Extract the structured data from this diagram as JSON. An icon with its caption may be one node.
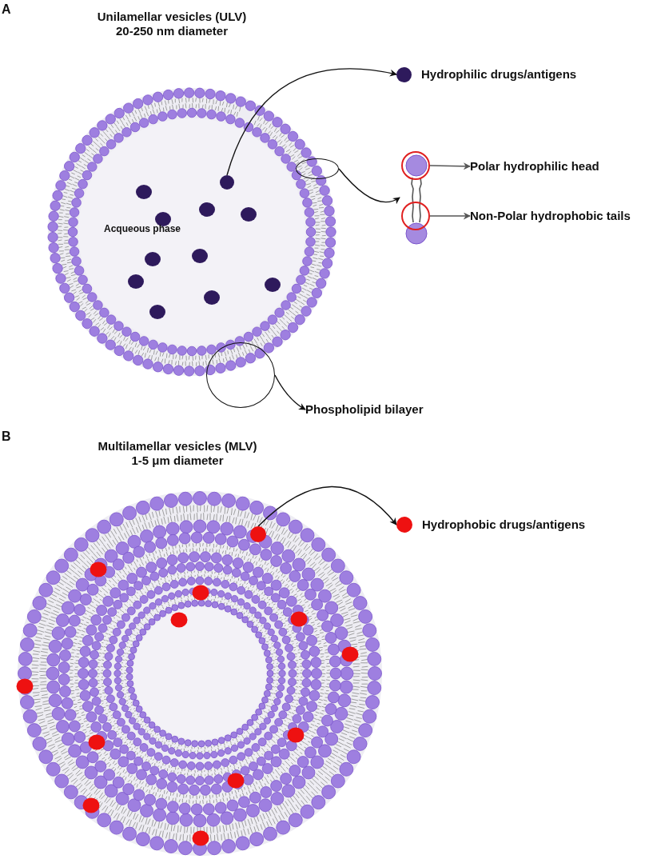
{
  "diagram": {
    "nodes": [
      {
        "text": [
          "Acqueous phase"
        ]
      },
      {
        "text": [],
        "shape": "circle",
        "in": 0
      },
      {
        "text": [
          "Hydrophilic drugs/antigens"
        ]
      },
      {
        "text": [],
        "shape": "circle",
        "in": 0
      },
      {
        "text": [],
        "shape": "picture"
      },
      {
        "text": [],
        "shape": "circle",
        "in": 4
      },
      {
        "text": [
          "Polar hydrophilic head"
        ]
      },
      {
        "text": [],
        "shape": "circle",
        "in": 4
      },
      {
        "text": [
          "Non-Polar hydrophobic tails"
        ]
      },
      {
        "text": [],
        "shape": "circle"
      },
      {
        "text": [
          "Phospholipid bilayer"
        ]
      },
      {
        "text": [],
        "shape": "picture"
      },
      {
        "text": [],
        "shape": "circle",
        "in": 11
      },
      {
        "text": [
          "Hydrophobic drugs/antigens"
        ]
      }
    ],
    "edges": [
      {
        "from": 1,
        "to": 2,
        "arrow": "to"
      },
      {
        "from": 3,
        "to": 4,
        "arrow": "to"
      },
      {
        "from": 5,
        "to": 6,
        "arrow": "to"
      },
      {
        "from": 7,
        "to": 8,
        "arrow": "to"
      },
      {
        "from": 9,
        "to": 10,
        "arrow": "to"
      },
      {
        "from": 12,
        "to": 13,
        "arrow": "to"
      }
    ],
    "labels": [
      "A",
      "Unilamellar vesicles (ULV)",
      "20-250 nm diameter",
      "B",
      "Multilamellar vesicles  (MLV)",
      "1-5 μm diameter"
    ]
  }
}
